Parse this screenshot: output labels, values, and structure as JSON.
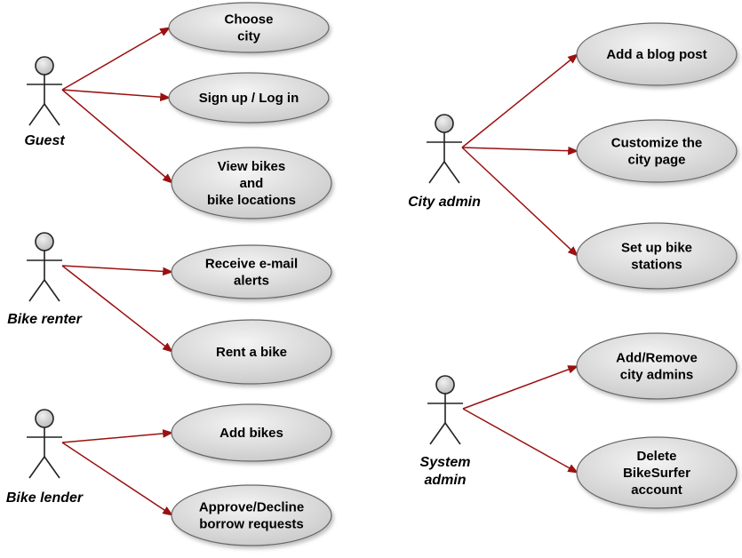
{
  "colors": {
    "arrow": "#9b1010",
    "ellipse_fill_light": "#f4f4f4",
    "ellipse_fill_dark": "#c6c6c6",
    "ellipse_stroke": "#666666",
    "text": "#000000"
  },
  "actors": [
    {
      "id": "guest",
      "lines": [
        "Guest"
      ]
    },
    {
      "id": "bike-renter",
      "lines": [
        "Bike renter"
      ]
    },
    {
      "id": "bike-lender",
      "lines": [
        "Bike lender"
      ]
    },
    {
      "id": "city-admin",
      "lines": [
        "City admin"
      ]
    },
    {
      "id": "system-admin",
      "lines": [
        "System",
        "admin"
      ]
    }
  ],
  "use_cases": [
    {
      "id": "choose-city",
      "lines": [
        "Choose",
        "city"
      ]
    },
    {
      "id": "sign-up-log-in",
      "lines": [
        "Sign up / Log in"
      ]
    },
    {
      "id": "view-bikes",
      "lines": [
        "View bikes",
        "and",
        "bike locations"
      ]
    },
    {
      "id": "receive-email-alerts",
      "lines": [
        "Receive e-mail",
        "alerts"
      ]
    },
    {
      "id": "rent-a-bike",
      "lines": [
        "Rent a bike"
      ]
    },
    {
      "id": "add-bikes",
      "lines": [
        "Add bikes"
      ]
    },
    {
      "id": "approve-decline",
      "lines": [
        "Approve/Decline",
        "borrow requests"
      ]
    },
    {
      "id": "add-blog-post",
      "lines": [
        "Add a blog post"
      ]
    },
    {
      "id": "customize-city-page",
      "lines": [
        "Customize the",
        "city page"
      ]
    },
    {
      "id": "set-up-bike-stations",
      "lines": [
        "Set up bike",
        "stations"
      ]
    },
    {
      "id": "add-remove-city-admins",
      "lines": [
        "Add/Remove",
        "city admins"
      ]
    },
    {
      "id": "delete-account",
      "lines": [
        "Delete",
        "BikeSurfer",
        "account"
      ]
    }
  ],
  "associations": [
    {
      "from": "guest",
      "to": "choose-city"
    },
    {
      "from": "guest",
      "to": "sign-up-log-in"
    },
    {
      "from": "guest",
      "to": "view-bikes"
    },
    {
      "from": "bike-renter",
      "to": "receive-email-alerts"
    },
    {
      "from": "bike-renter",
      "to": "rent-a-bike"
    },
    {
      "from": "bike-lender",
      "to": "add-bikes"
    },
    {
      "from": "bike-lender",
      "to": "approve-decline"
    },
    {
      "from": "city-admin",
      "to": "add-blog-post"
    },
    {
      "from": "city-admin",
      "to": "customize-city-page"
    },
    {
      "from": "city-admin",
      "to": "set-up-bike-stations"
    },
    {
      "from": "system-admin",
      "to": "add-remove-city-admins"
    },
    {
      "from": "system-admin",
      "to": "delete-account"
    }
  ]
}
